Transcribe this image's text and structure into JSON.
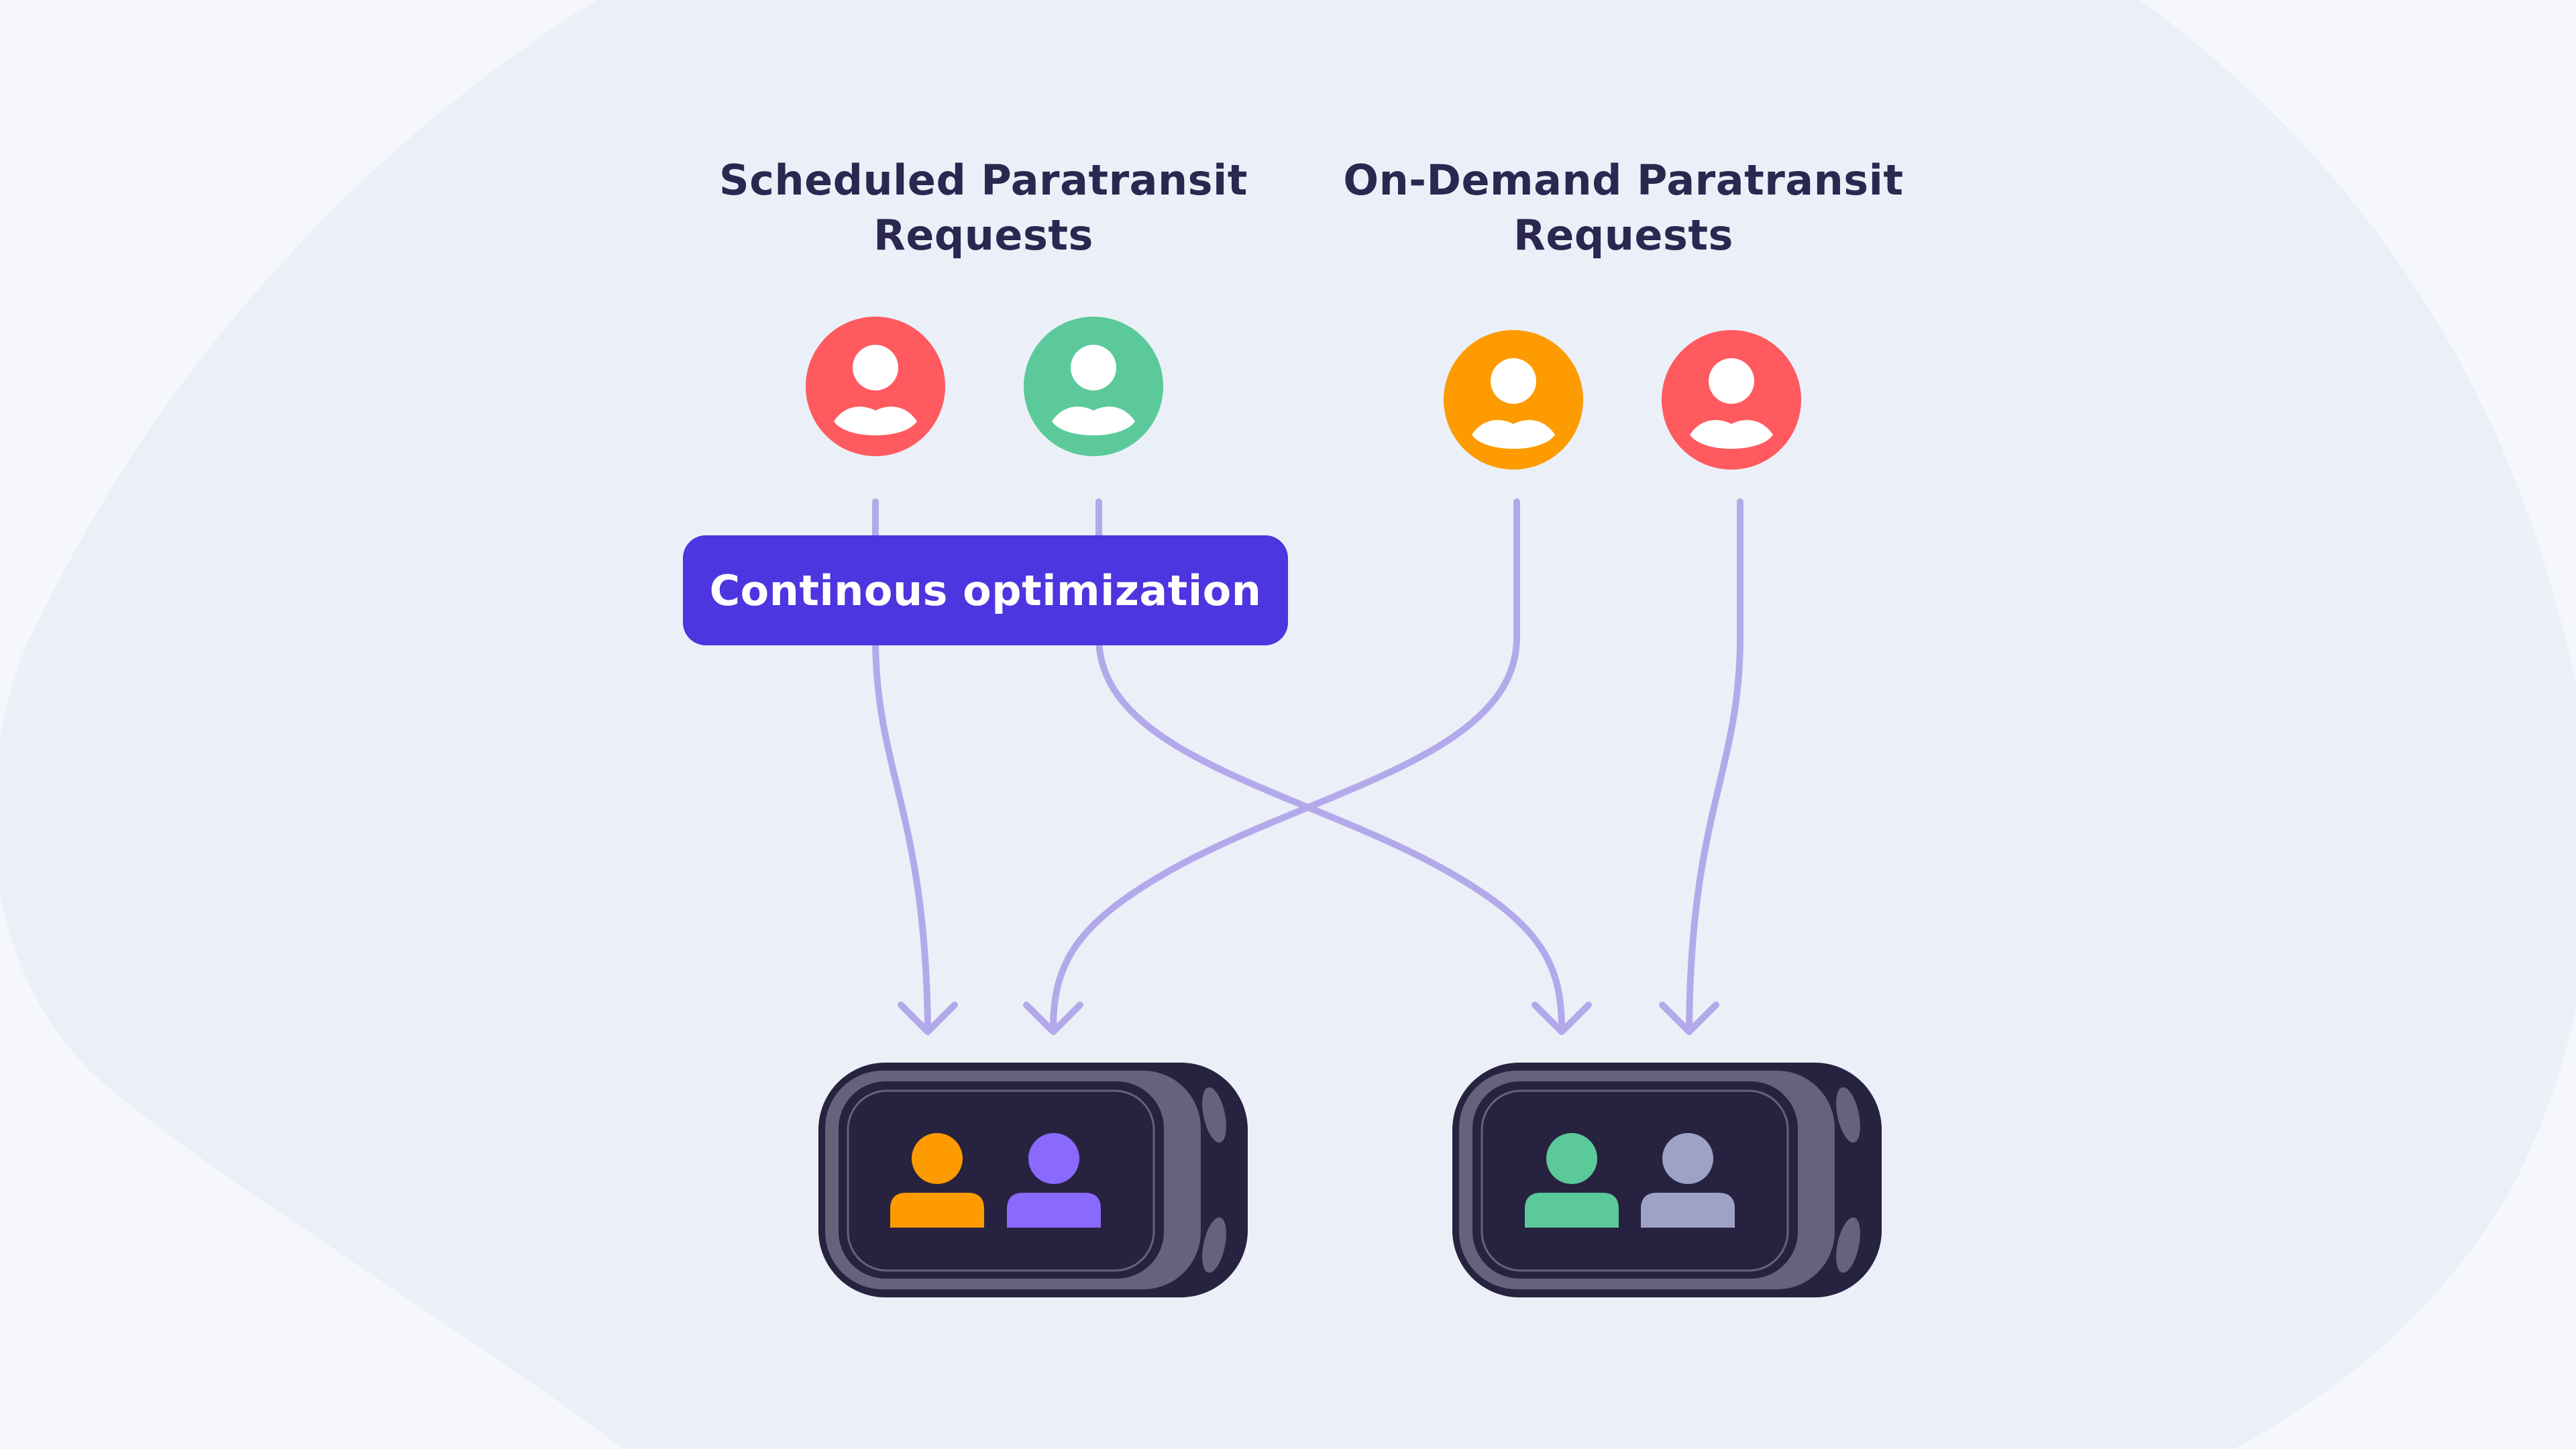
{
  "groups": {
    "scheduled": {
      "title_line1": "Scheduled Paratransit",
      "title_line2": "Requests",
      "riders": [
        {
          "color": "#fe5a5f",
          "icon": "user-icon"
        },
        {
          "color": "#5bc99a",
          "icon": "user-icon"
        }
      ]
    },
    "on_demand": {
      "title_line1": "On-Demand Paratransit",
      "title_line2": "Requests",
      "riders": [
        {
          "color": "#fd9b00",
          "icon": "user-icon"
        },
        {
          "color": "#fe5a5f",
          "icon": "user-icon"
        }
      ]
    }
  },
  "optimization": {
    "label": "Continous optimization"
  },
  "vehicles": [
    {
      "passengers": [
        {
          "color": "#fd9b00"
        },
        {
          "color": "#8a69fd"
        }
      ]
    },
    {
      "passengers": [
        {
          "color": "#5bc99a"
        },
        {
          "color": "#9ea2c6"
        }
      ]
    }
  ],
  "colors": {
    "background": "#f5f7fb",
    "blob": "#ebf0f8",
    "connector": "#b3a9ea",
    "badge": "#4d35df",
    "title_text": "#2b2750",
    "vehicle_body": "#27223f",
    "vehicle_rim": "#67627b"
  }
}
